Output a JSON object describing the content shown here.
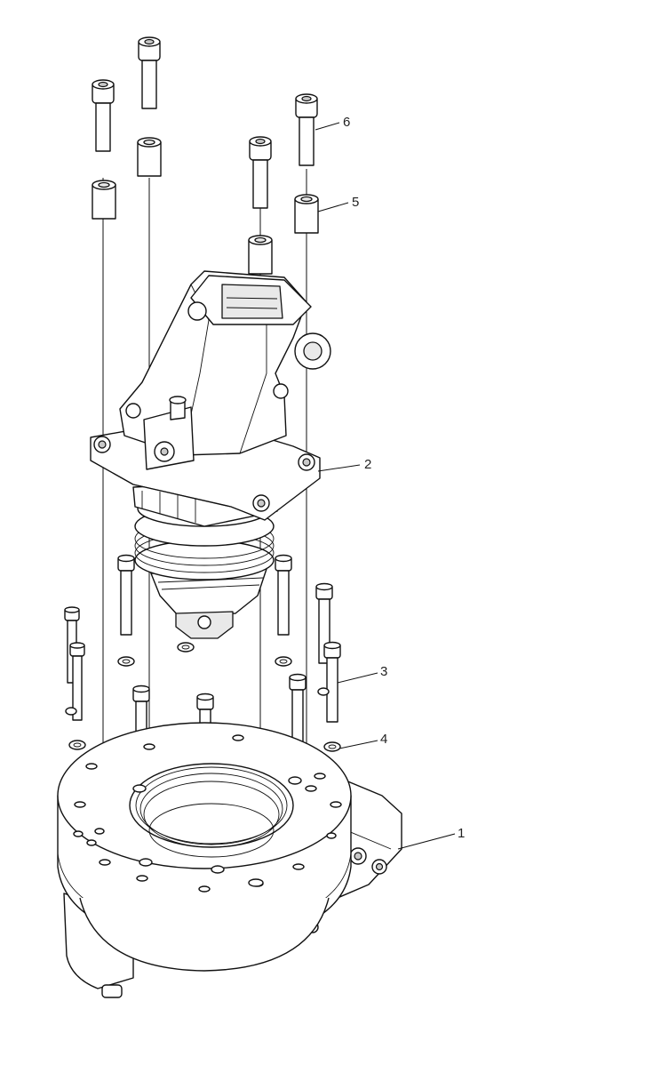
{
  "drawing": {
    "callouts": [
      {
        "id": "6",
        "label": "6"
      },
      {
        "id": "5",
        "label": "5"
      },
      {
        "id": "2",
        "label": "2"
      },
      {
        "id": "3",
        "label": "3"
      },
      {
        "id": "4",
        "label": "4"
      },
      {
        "id": "1",
        "label": "1"
      }
    ]
  }
}
